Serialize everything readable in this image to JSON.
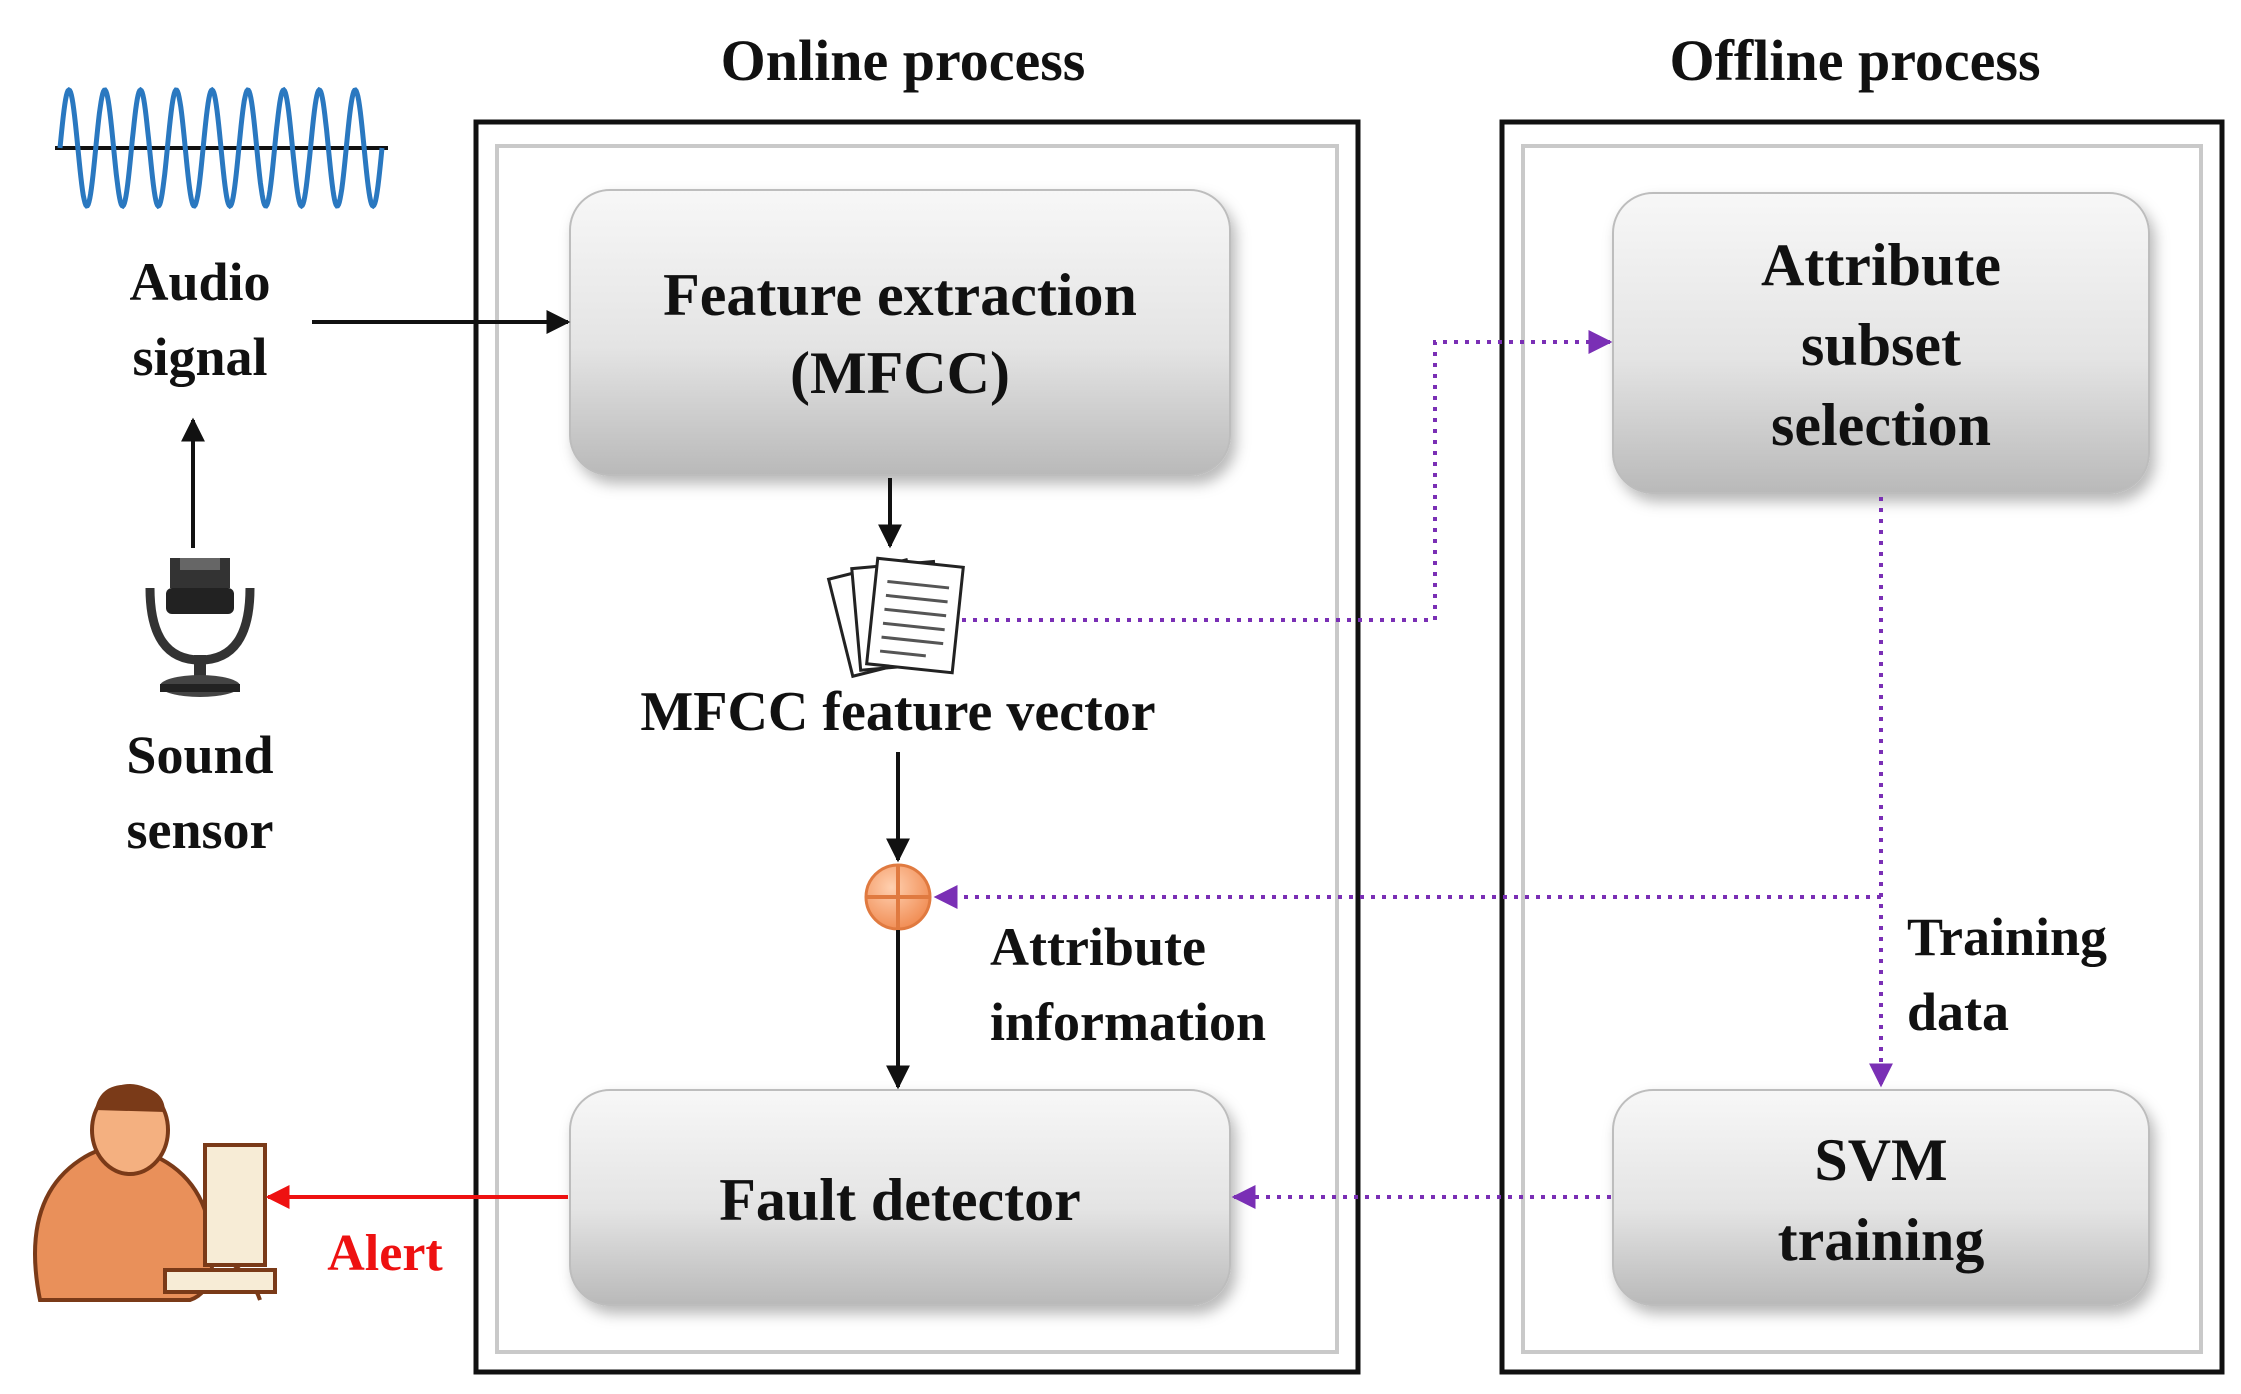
{
  "headings": {
    "online": "Online process",
    "offline": "Offline process"
  },
  "nodes": {
    "feature_extraction": [
      "Feature extraction",
      "(MFCC)"
    ],
    "attribute_subset": [
      "Attribute",
      "subset",
      "selection"
    ],
    "fault_detector": [
      "Fault detector"
    ],
    "svm_training": [
      "SVM",
      "training"
    ]
  },
  "labels": {
    "audio_signal": [
      "Audio",
      "signal"
    ],
    "sound_sensor": [
      "Sound",
      "sensor"
    ],
    "mfcc_vector": [
      "MFCC feature vector"
    ],
    "attribute_info": [
      "Attribute",
      "information"
    ],
    "training_data": [
      "Training",
      "data"
    ],
    "alert": [
      "Alert"
    ]
  },
  "icons": {
    "waveform": "waveform-icon",
    "microphone": "microphone-icon",
    "documents": "documents-icon",
    "combiner": "combiner-icon",
    "operator": "operator-at-computer-icon"
  },
  "colors": {
    "dotted_link": "#7a2fb5",
    "alert": "#ee1111",
    "combiner": "#f5a57a",
    "waveform": "#2a78c0"
  }
}
